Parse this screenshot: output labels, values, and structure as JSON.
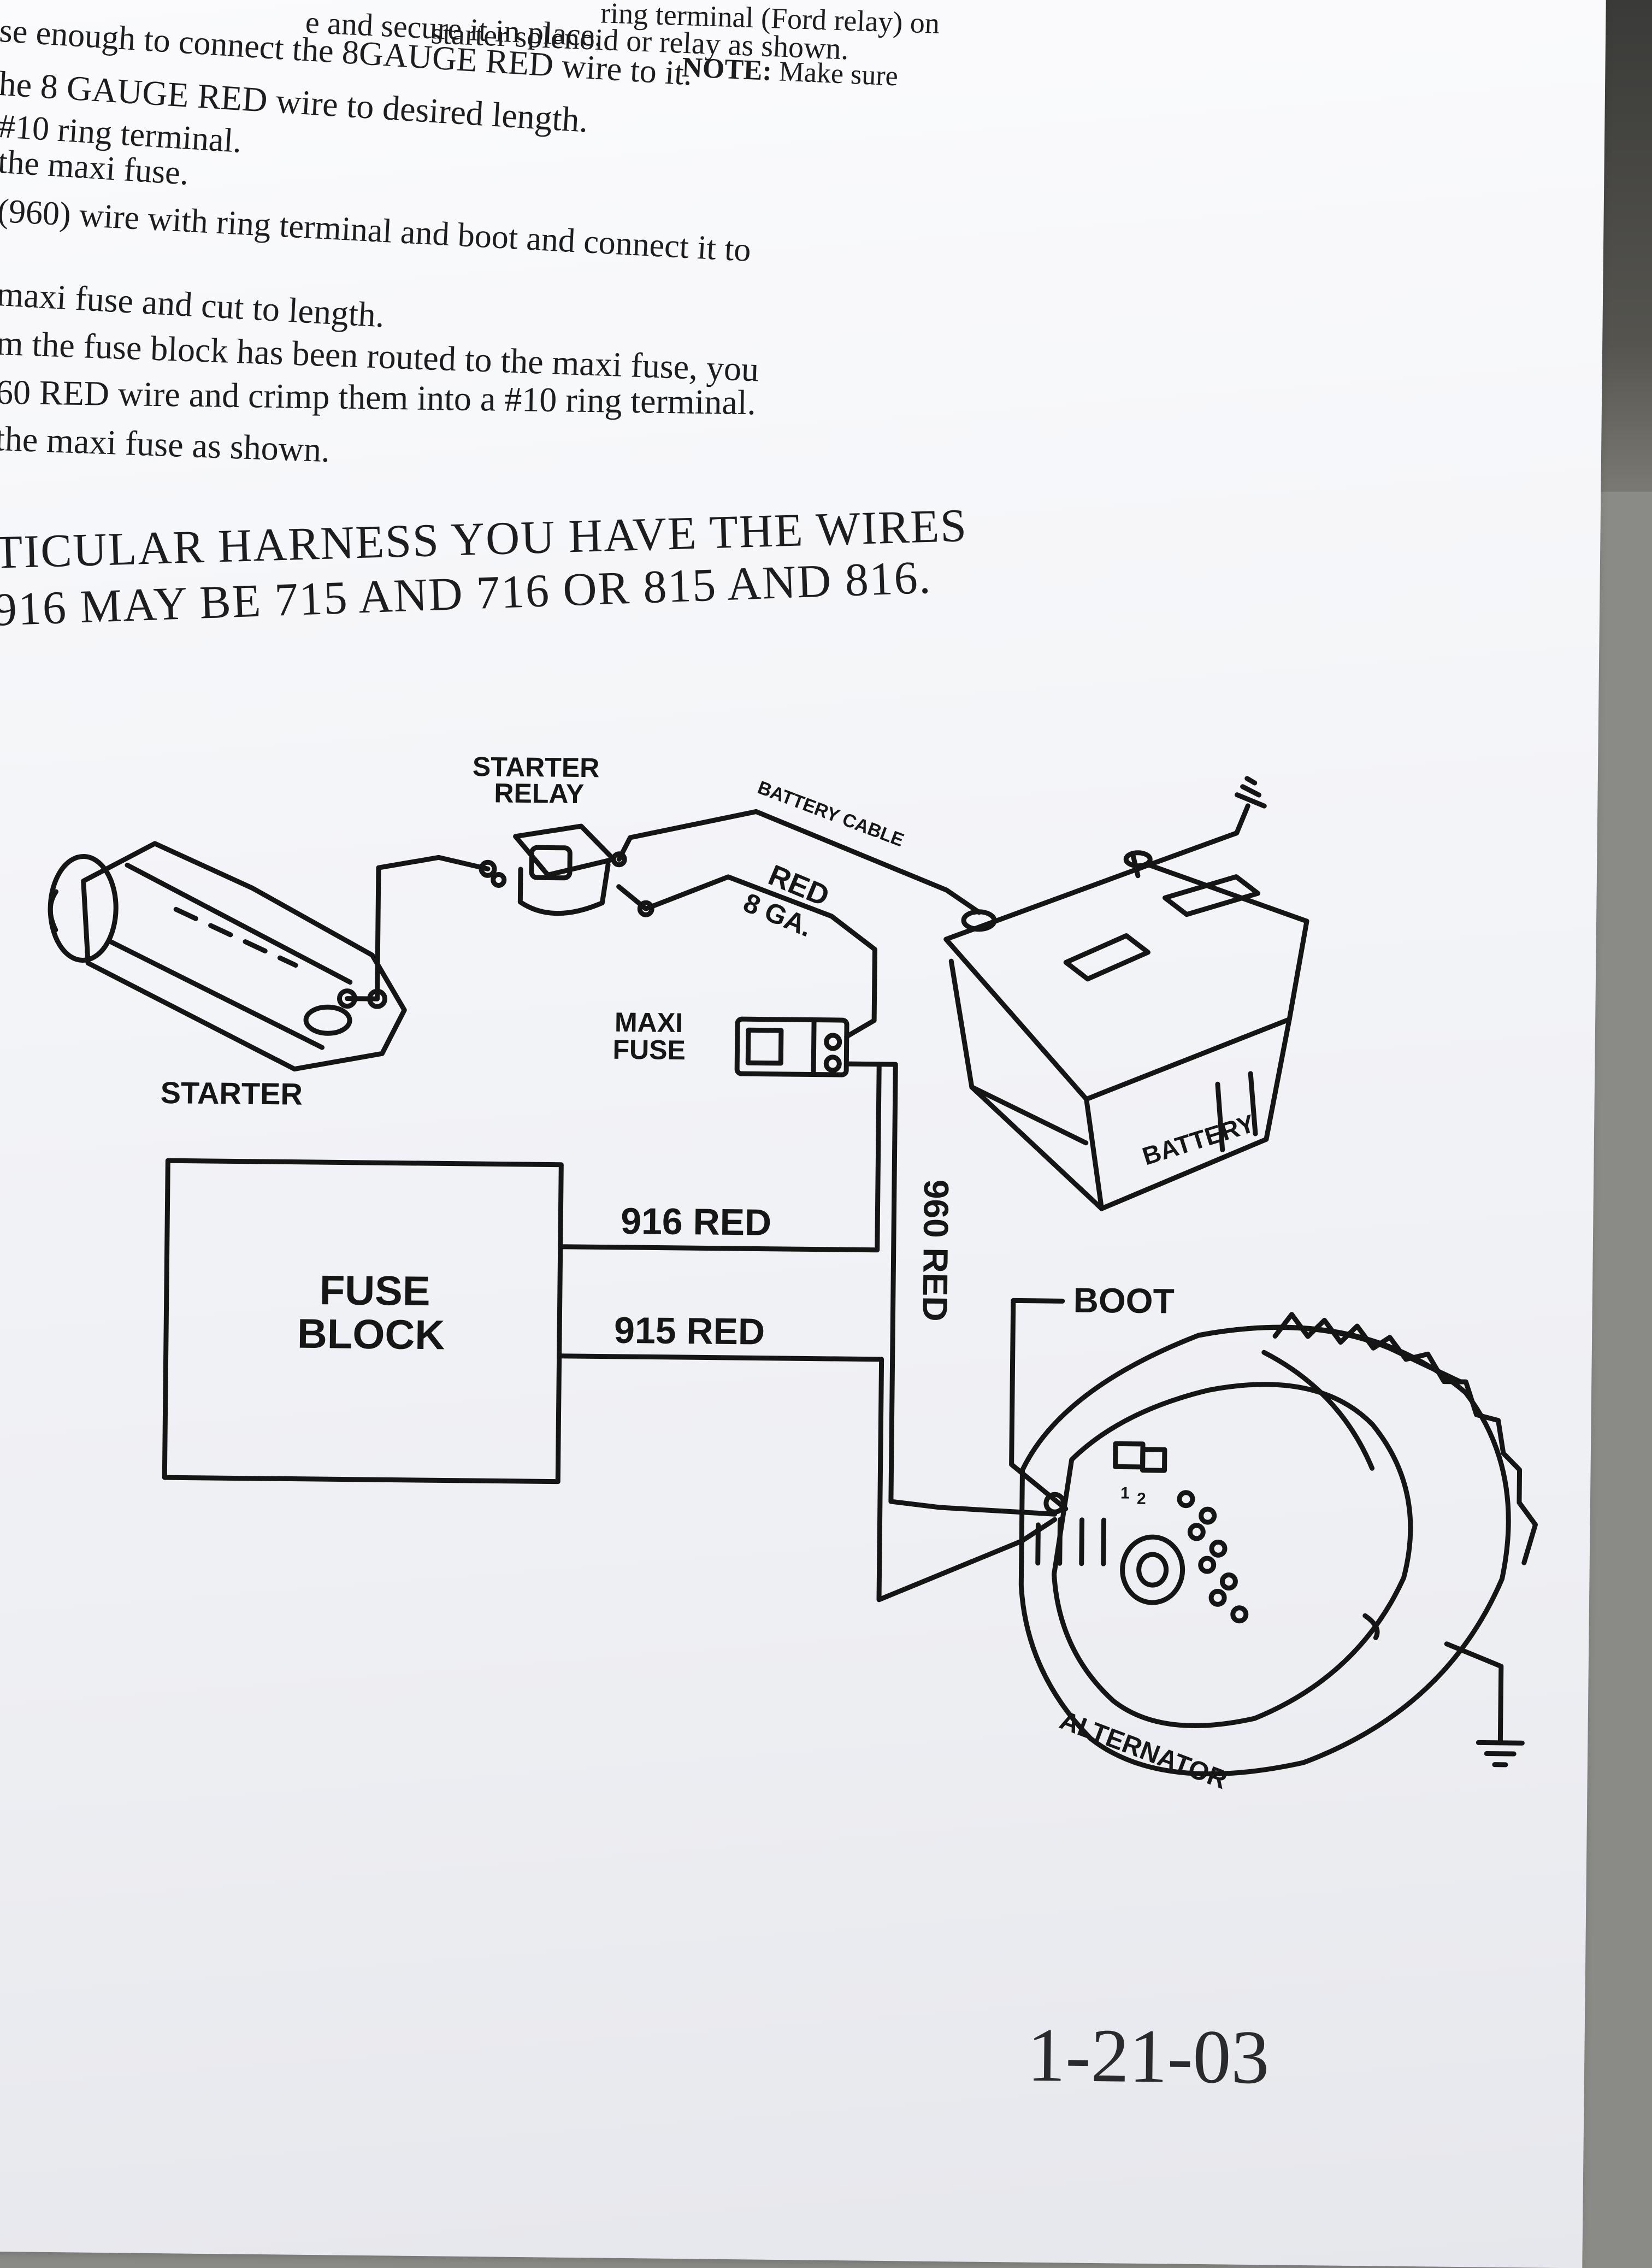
{
  "instructions": {
    "lines": [
      "ring terminal (Ford relay) on",
      "starter solenoid or relay as shown.",
      "se enough to connect the 8GAUGE RED wire to it.",
      "he 8 GAUGE RED wire to desired length.",
      "#10 ring terminal.",
      "the maxi fuse.",
      "(960) wire with ring terminal and boot and connect it to",
      "maxi fuse and cut to length.",
      "m the fuse block has been routed to the maxi fuse, you",
      "60 RED wire and crimp them into a #10 ring terminal.",
      "the maxi fuse as shown."
    ],
    "secure_fragment": "e and secure it in place.",
    "note_label": "NOTE:",
    "note_text": "Make sure"
  },
  "notice": {
    "line1": "TICULAR HARNESS YOU HAVE THE WIRES",
    "line2": "916 MAY BE 715 AND 716 OR 815 AND 816."
  },
  "diagram": {
    "labels": {
      "starter_relay_line1": "STARTER",
      "starter_relay_line2": "RELAY",
      "battery_cable": "BATTERY CABLE",
      "red": "RED",
      "eight_ga": "8 GA.",
      "maxi_line1": "MAXI",
      "maxi_line2": "FUSE",
      "starter": "STARTER",
      "battery": "BATTERY",
      "fuse_block_line1": "FUSE",
      "fuse_block_line2": "BLOCK",
      "wire_916": "916 RED",
      "wire_915": "915 RED",
      "wire_960": "960 RED",
      "boot": "BOOT",
      "alternator": "ALTERNATOR",
      "terminal_1": "1",
      "terminal_2": "2"
    }
  },
  "footer": {
    "date": "1-21-03"
  }
}
